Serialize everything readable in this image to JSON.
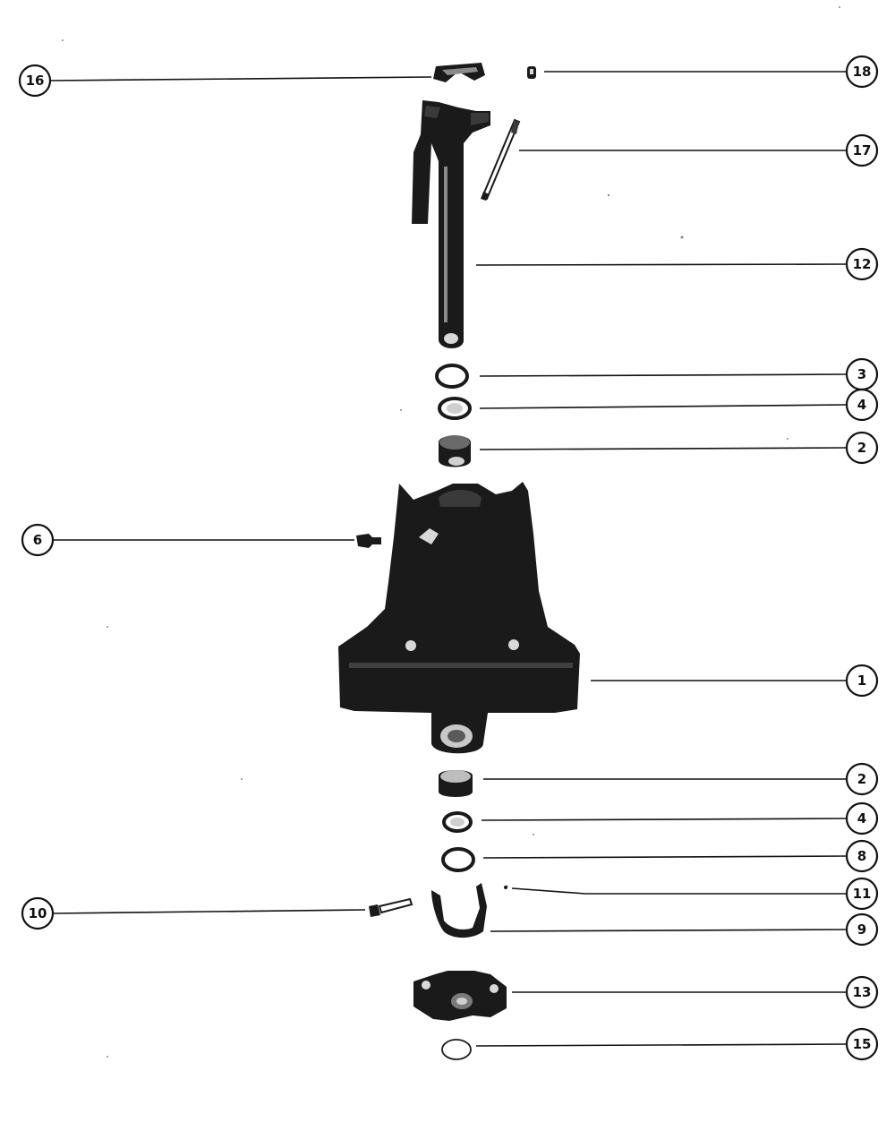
{
  "callouts": [
    {
      "id": "c16a",
      "label": "16"
    },
    {
      "id": "c18",
      "label": "18"
    },
    {
      "id": "c17",
      "label": "17"
    },
    {
      "id": "c12",
      "label": "12"
    },
    {
      "id": "c3",
      "label": "3"
    },
    {
      "id": "c4a",
      "label": "4"
    },
    {
      "id": "c2a",
      "label": "2"
    },
    {
      "id": "c6",
      "label": "6"
    },
    {
      "id": "c1",
      "label": "1"
    },
    {
      "id": "c2b",
      "label": "2"
    },
    {
      "id": "c4b",
      "label": "4"
    },
    {
      "id": "c8",
      "label": "8"
    },
    {
      "id": "c11",
      "label": "11"
    },
    {
      "id": "c10",
      "label": "10"
    },
    {
      "id": "c9",
      "label": "9"
    },
    {
      "id": "c13",
      "label": "13"
    },
    {
      "id": "c15",
      "label": "15"
    }
  ],
  "colors": {
    "ink": "#111111",
    "part_dark": "#1a1a1a",
    "background": "#ffffff"
  }
}
